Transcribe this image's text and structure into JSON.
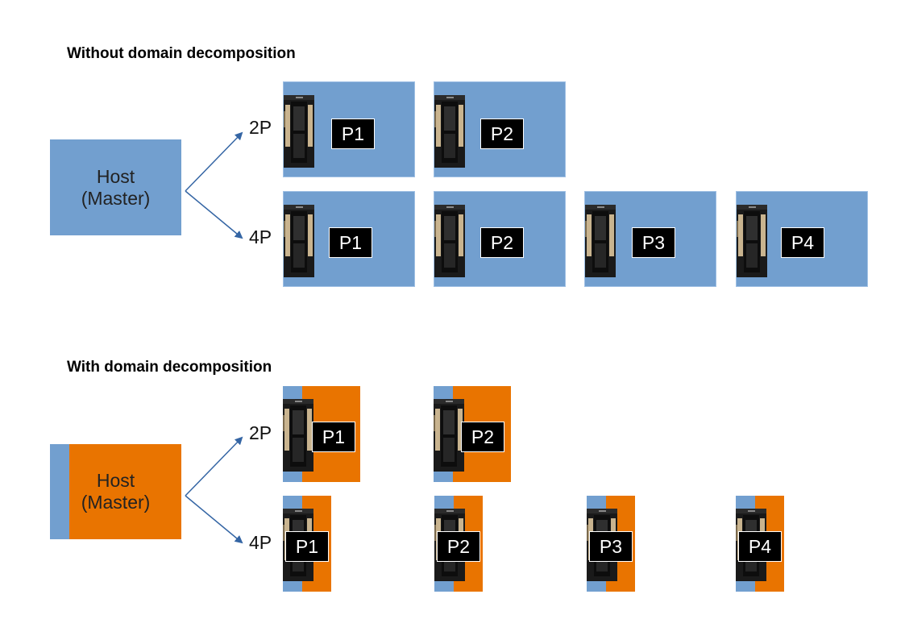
{
  "sections": [
    {
      "heading": "Without domain decomposition",
      "host": {
        "line1": "Host",
        "line2": "(Master)",
        "style": "blue"
      },
      "rows": [
        {
          "label": "2P",
          "processors": [
            "P1",
            "P2"
          ]
        },
        {
          "label": "4P",
          "processors": [
            "P1",
            "P2",
            "P3",
            "P4"
          ]
        }
      ]
    },
    {
      "heading": "With domain decomposition",
      "host": {
        "line1": "Host",
        "line2": "(Master)",
        "style": "split"
      },
      "rows": [
        {
          "label": "2P",
          "processors": [
            "P1",
            "P2"
          ]
        },
        {
          "label": "4P",
          "processors": [
            "P1",
            "P2",
            "P3",
            "P4"
          ]
        }
      ]
    }
  ],
  "colors": {
    "blue": "#729fcf",
    "orange": "#e97400",
    "arrow": "#3465a4",
    "label_box": "#000000"
  },
  "icons": {
    "processor": "gpu-card-icon"
  }
}
